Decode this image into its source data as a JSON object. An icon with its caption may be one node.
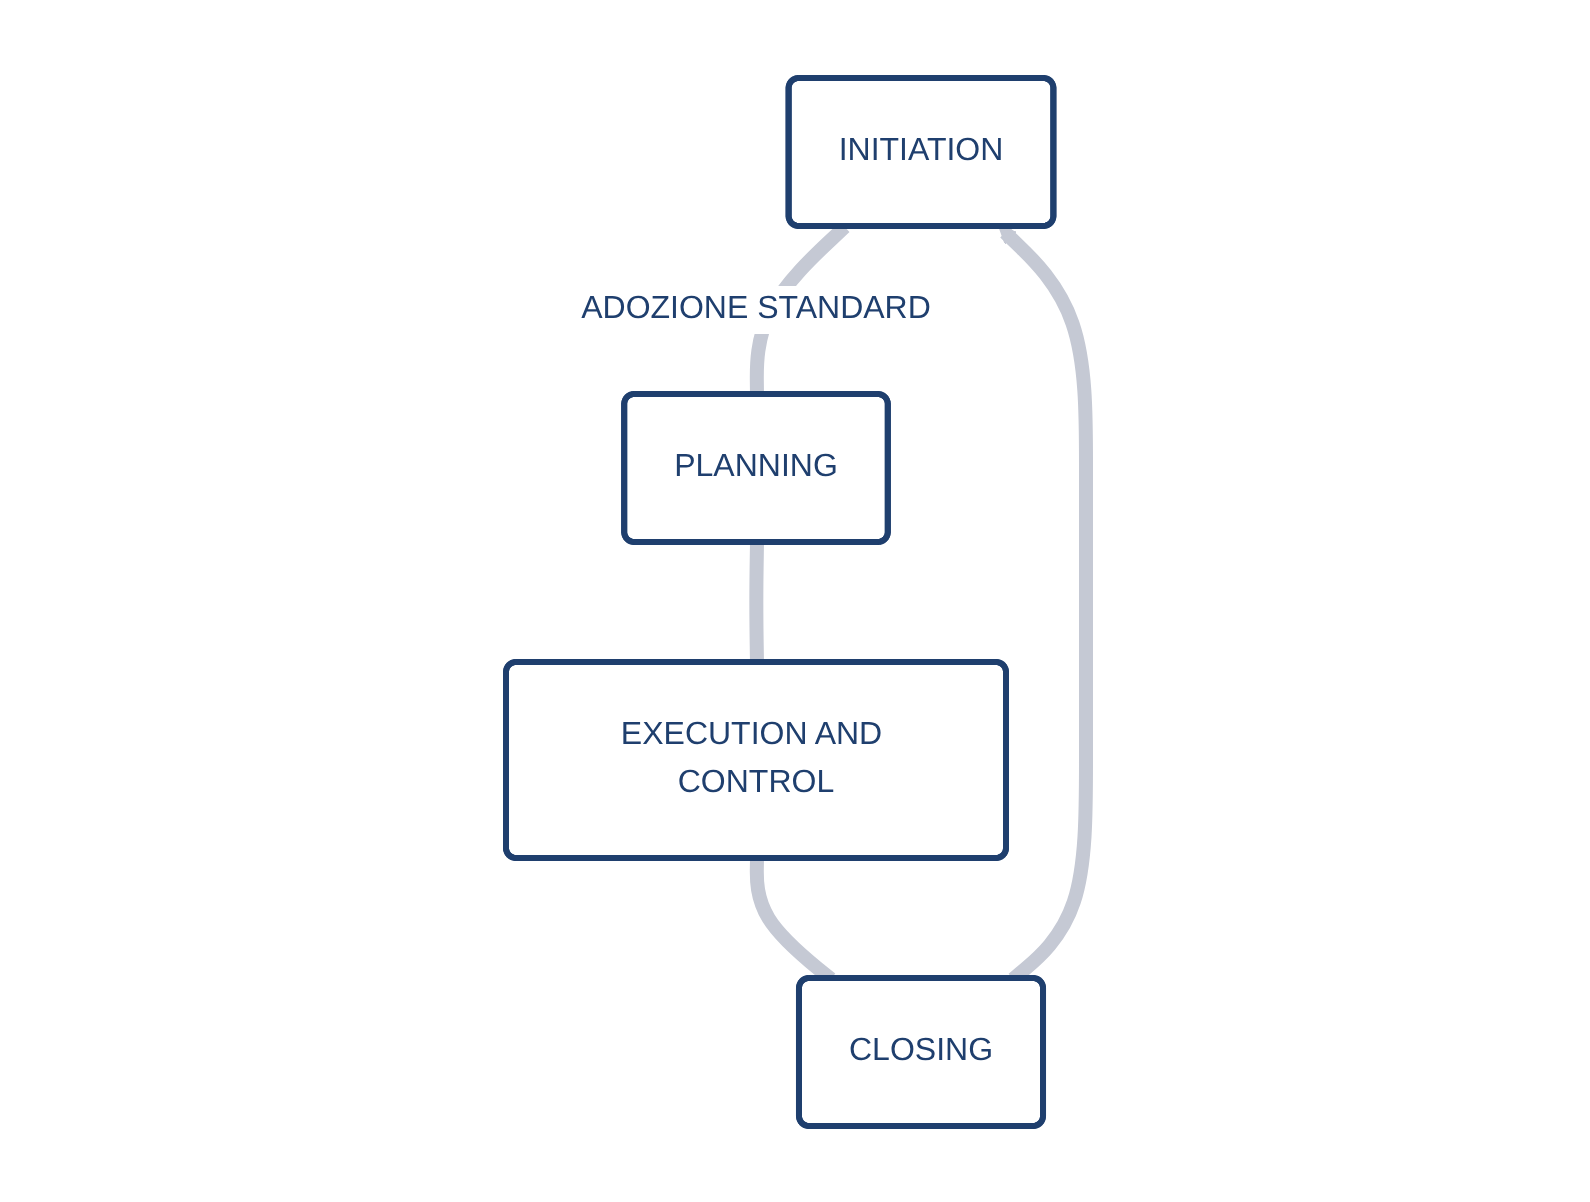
{
  "diagram": {
    "nodes": [
      {
        "text": [
          "INITIATION"
        ]
      },
      {
        "text": [
          "PLANNING"
        ]
      },
      {
        "text": [
          "EXECUTION AND CONTROL"
        ]
      },
      {
        "text": [
          "CLOSING"
        ]
      }
    ],
    "edges": [
      {
        "from": 0,
        "to": 1,
        "arrow": "none",
        "label": "ADOZIONE STANDARD"
      },
      {
        "from": 1,
        "to": 2,
        "arrow": "none"
      },
      {
        "from": 2,
        "to": 3,
        "arrow": "none"
      },
      {
        "from": 3,
        "to": 0,
        "arrow": "to"
      }
    ]
  }
}
